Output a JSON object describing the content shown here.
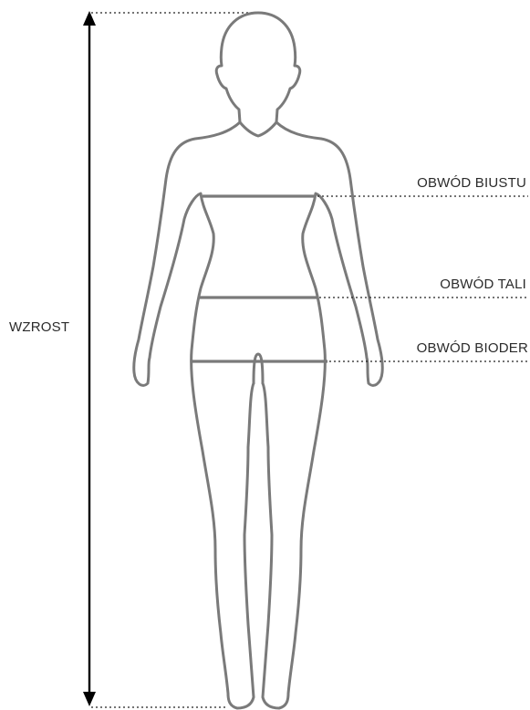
{
  "labels": {
    "height": "WZROST",
    "bust": "OBWÓD BIUSTU",
    "waist": "OBWÓD TALI",
    "hips": "OBWÓD BIODER"
  },
  "colors": {
    "outline": "#7a7a7a",
    "arrow": "#000000",
    "text": "#2b2b2b"
  }
}
